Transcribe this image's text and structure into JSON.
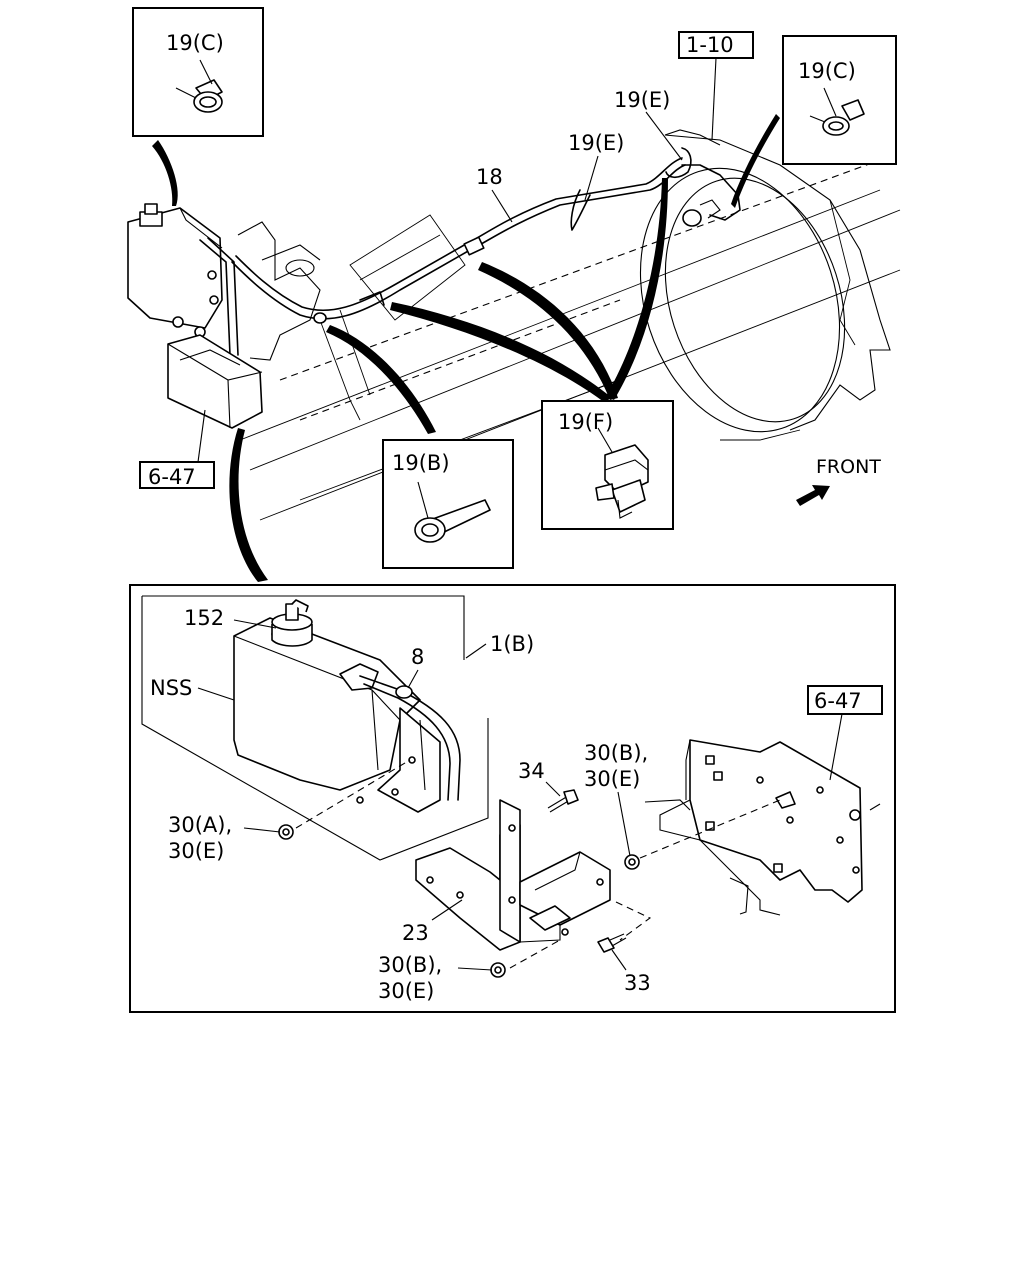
{
  "callouts": {
    "clip_c_left": "19(C)",
    "clip_c_right": "19(C)",
    "ref_1_10": "1-10",
    "clip_e_top": "19(E)",
    "clip_e_mid": "19(E)",
    "hose_18": "18",
    "clip_b": "19(B)",
    "clip_f": "19(F)",
    "ref_6_47_top": "6-47",
    "front": "FRONT",
    "cap_152": "152",
    "hose_8": "8",
    "tank_1b": "1(B)",
    "nss": "NSS",
    "ref_6_47_detail": "6-47",
    "bolt_34": "34",
    "nut_30b_top": "30(B),",
    "nut_30e_top": "30(E)",
    "nut_30a": "30(A),",
    "nut_30e_left": "30(E)",
    "bracket_23": "23",
    "nut_30b_bottom": "30(B),",
    "nut_30e_bottom": "30(E)",
    "bolt_33": "33"
  }
}
